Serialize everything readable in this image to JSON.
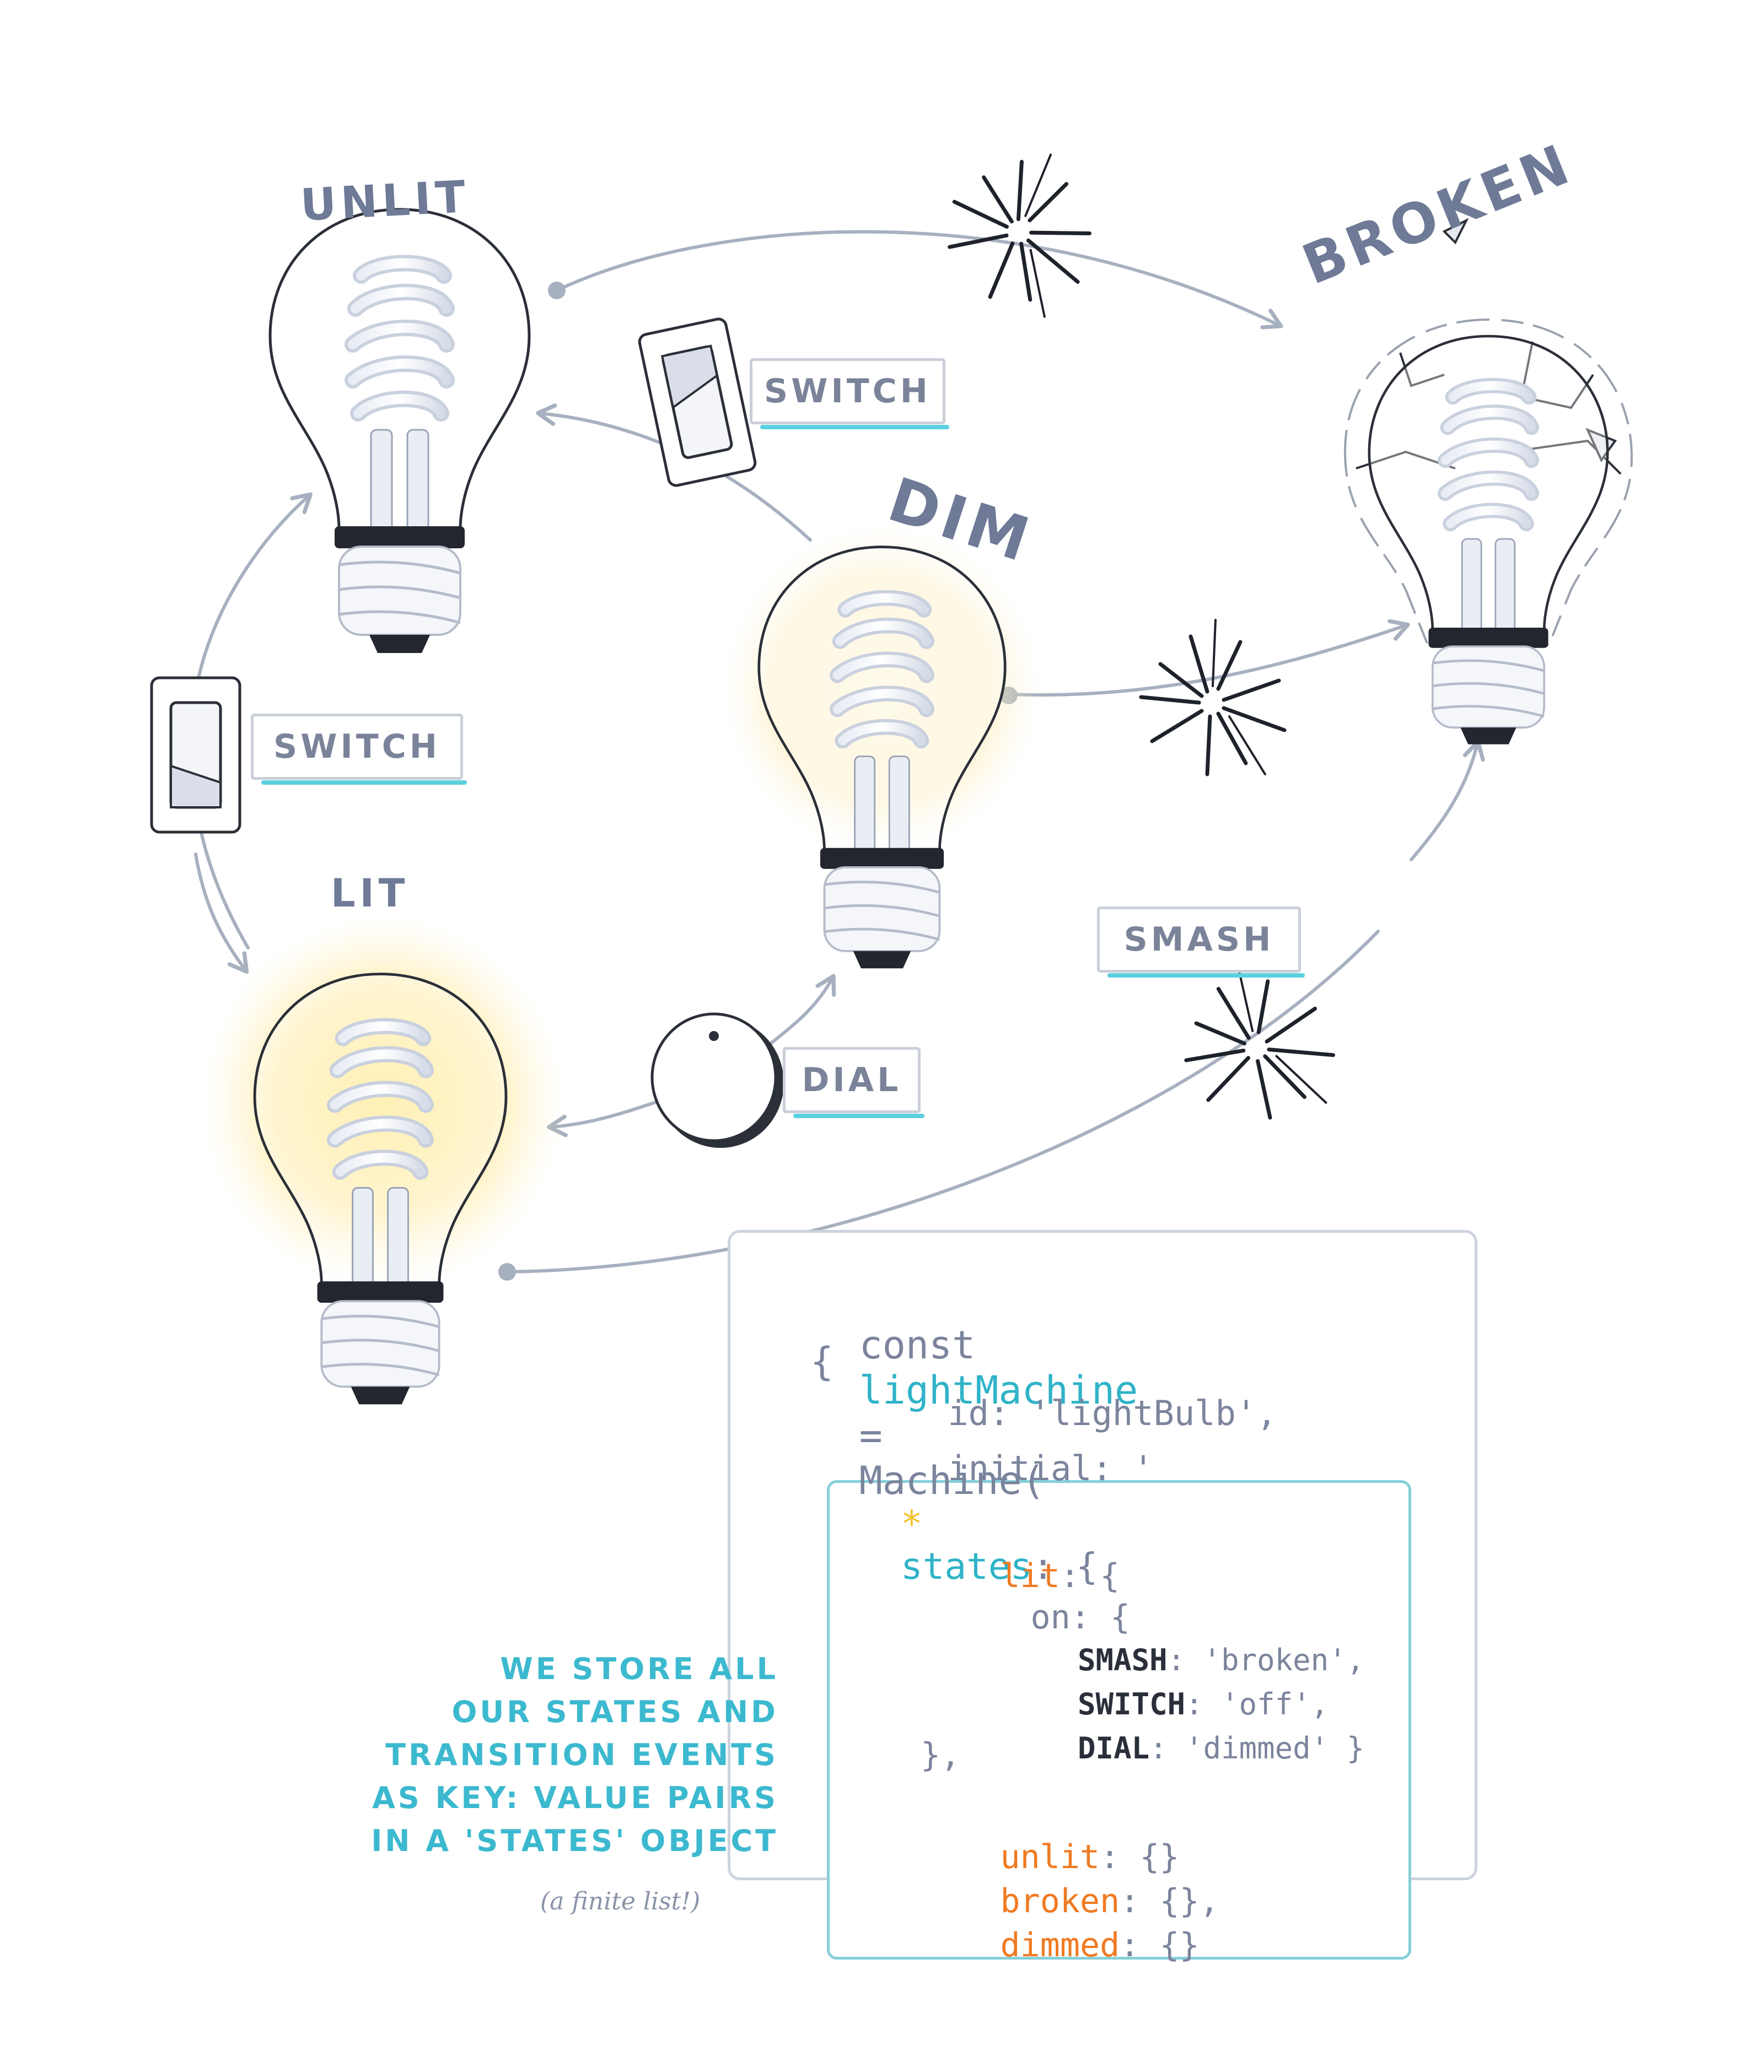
{
  "states": {
    "unlit": "UNLIT",
    "broken": "BROKEN",
    "dim": "DIM",
    "lit": "LIT"
  },
  "events": {
    "switch_top": "SWITCH",
    "switch_left": "SWITCH",
    "smash": "SMASH",
    "dial": "DIAL"
  },
  "code": {
    "const": "const",
    "var_name": "lightMachine",
    "equals": "=",
    "machine": "Machine(",
    "open_brace": "{",
    "id_key": "id",
    "id_value": ": 'lightBulb',",
    "initial_key": "initial",
    "initial_value": ": '",
    "star": "*",
    "states_key": "states",
    "states_open": ": {",
    "lit_key": "lit",
    "lit_open": ": {",
    "on_key": "on",
    "on_open": ": {",
    "smash_key": "SMASH",
    "smash_value": ": 'broken',",
    "switch_key": "SWITCH",
    "switch_value": ": 'off',",
    "dial_key": "DIAL",
    "dial_value": ": 'dimmed' }",
    "lit_close": "},",
    "unlit_key": "unlit",
    "unlit_value": ": {}",
    "broken_key": "broken",
    "broken_value": ": {},",
    "dimmed_key": "dimmed",
    "dimmed_value": ": {}"
  },
  "note": {
    "lines": [
      "WE STORE ALL",
      "OUR STATES AND",
      "TRANSITION EVENTS",
      "AS KEY: VALUE PAIRS",
      "IN A 'STATES' OBJECT"
    ],
    "aside": "(a finite list!)"
  },
  "colors": {
    "arrow": "#a7b0bf",
    "label": "#6e7a96",
    "event_underline": "#5bd0df",
    "code_blue": "#2fb3c8",
    "code_orange": "#f07a22",
    "glow": "#ffd95a"
  },
  "icons": [
    "light-bulb-icon",
    "broken-bulb-icon",
    "wall-switch-icon",
    "dial-knob-icon",
    "smash-burst-icon"
  ]
}
